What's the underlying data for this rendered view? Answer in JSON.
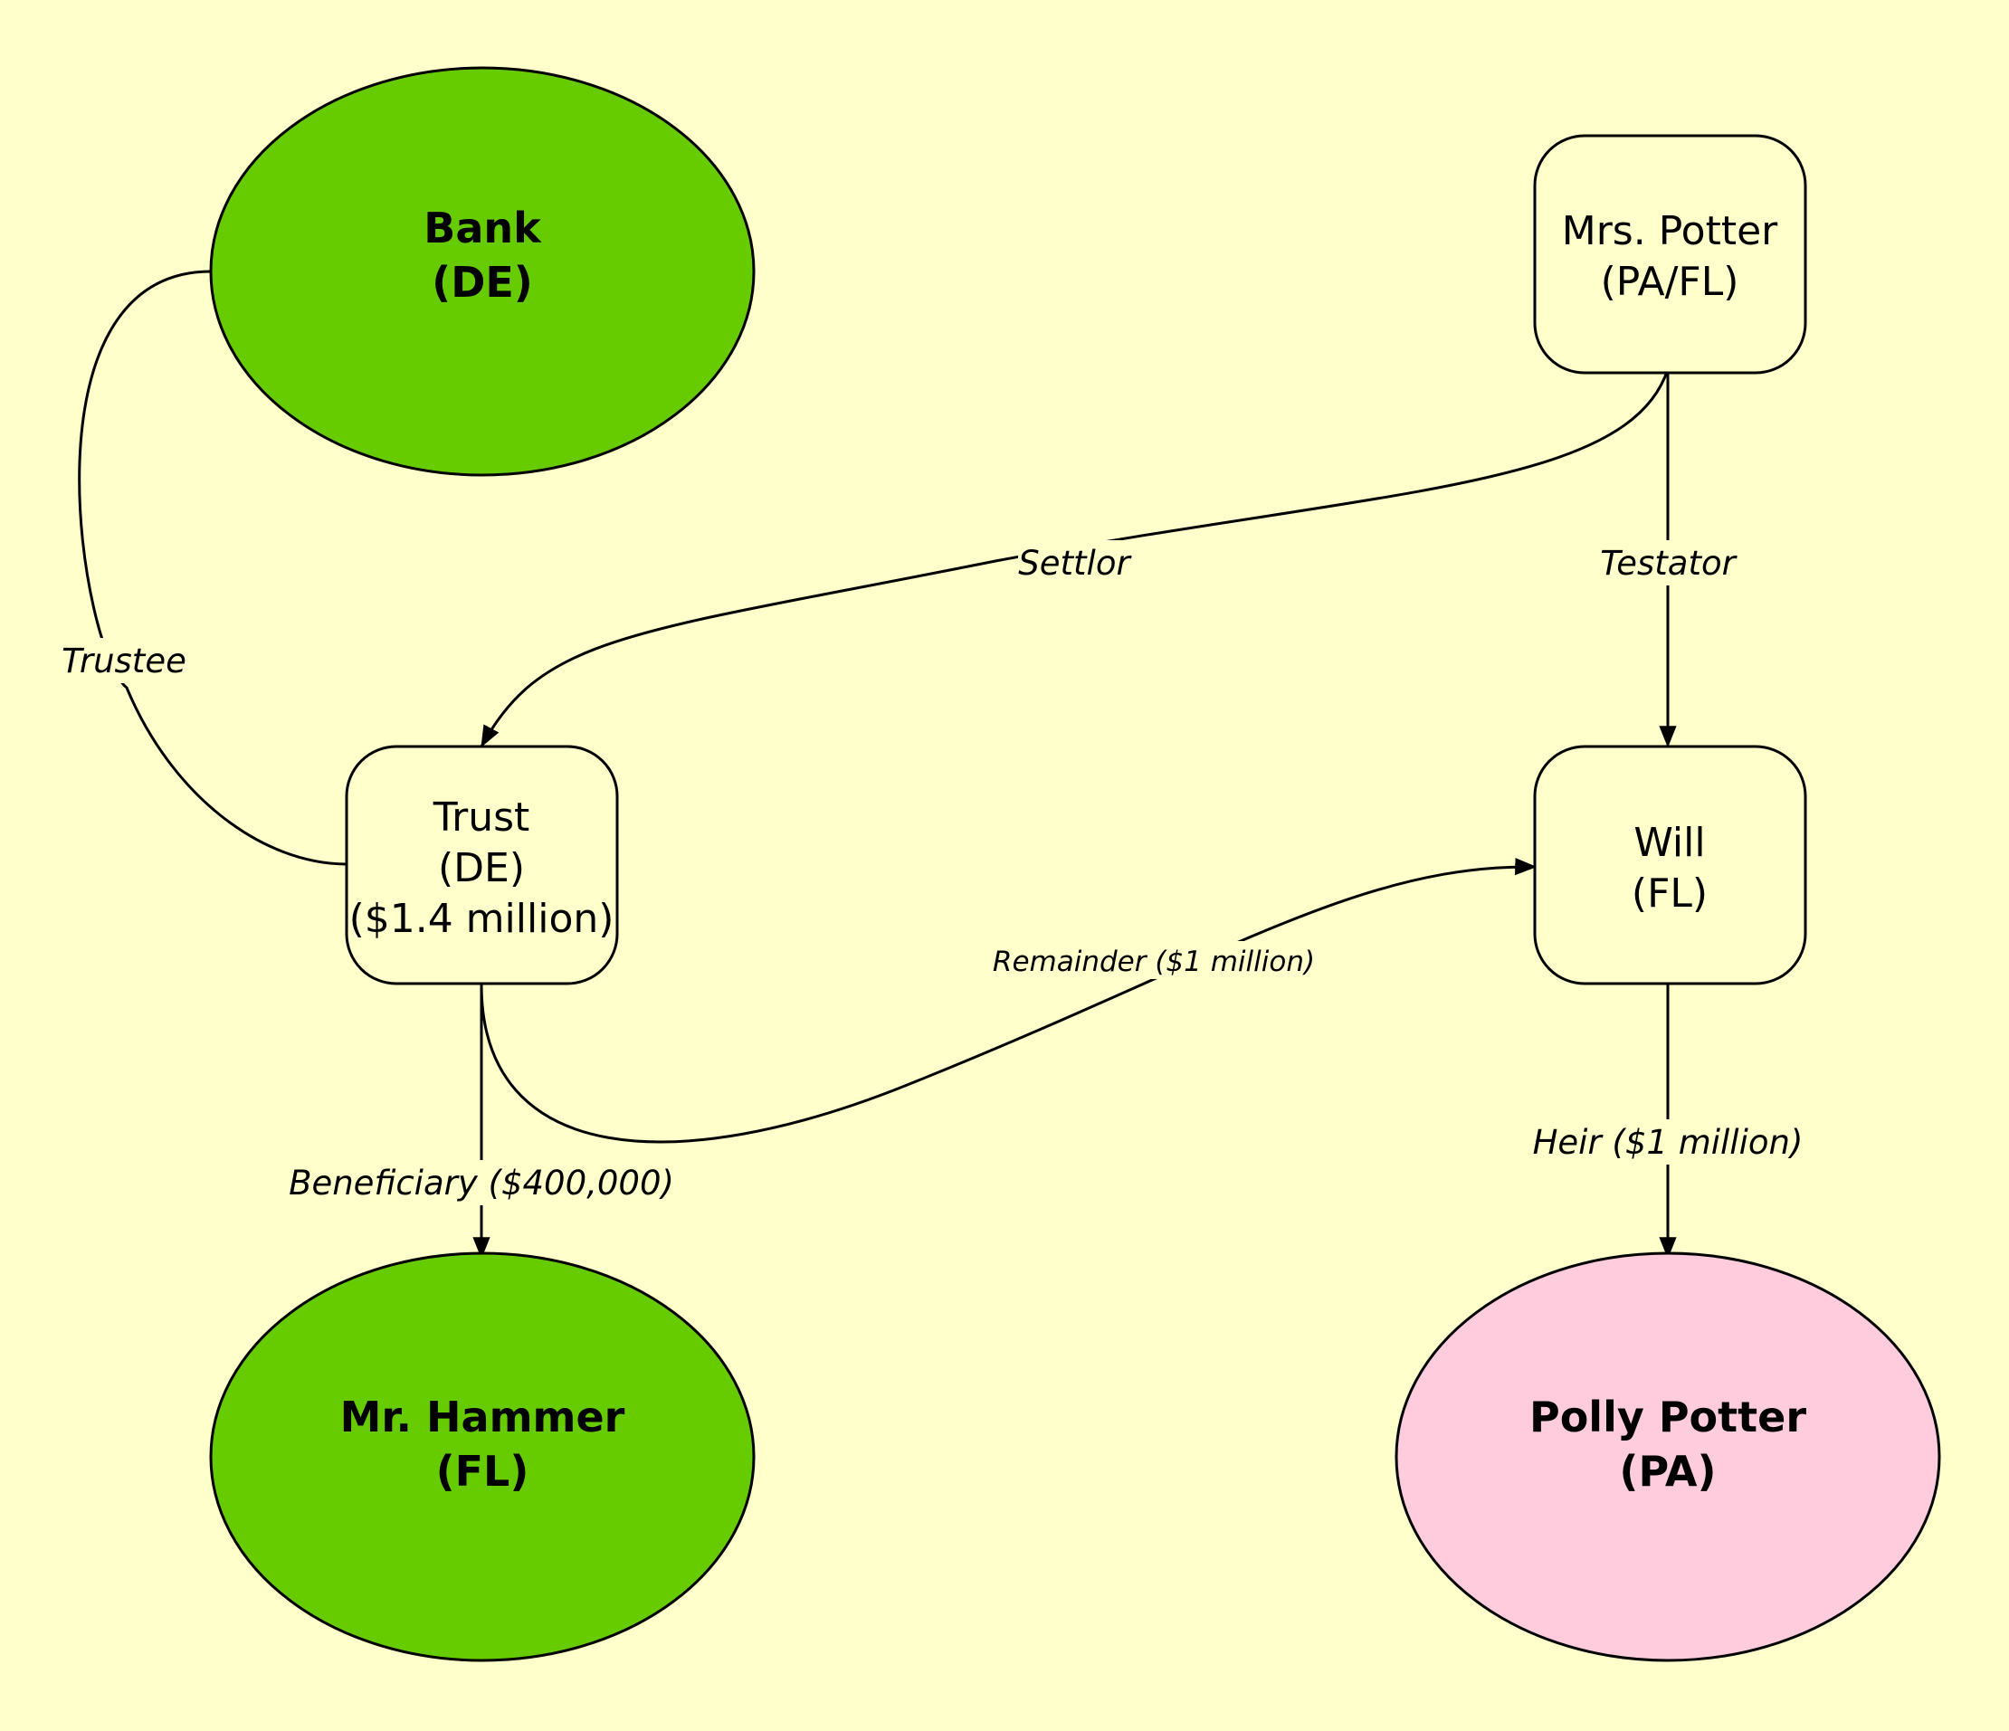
{
  "colors": {
    "background": "#ffffcc",
    "green_node": "#66cc00",
    "pink_node": "#ffccdd",
    "box_node": "#ffffcc"
  },
  "nodes": {
    "bank": {
      "line1": "Bank",
      "line2": "(DE)"
    },
    "mrs_potter": {
      "line1": "Mrs. Potter",
      "line2": "(PA/FL)"
    },
    "trust": {
      "line1": "Trust",
      "line2": "(DE)",
      "line3": "($1.4 million)"
    },
    "will": {
      "line1": "Will",
      "line2": "(FL)"
    },
    "mr_hammer": {
      "line1": "Mr. Hammer",
      "line2": "(FL)"
    },
    "polly_potter": {
      "line1": "Polly Potter",
      "line2": "(PA)"
    }
  },
  "edges": {
    "trustee": "Trustee",
    "settlor": "Settlor",
    "testator": "Testator",
    "remainder": "Remainder ($1 million)",
    "beneficiary": "Beneficiary ($400,000)",
    "heir": "Heir ($1 million)"
  }
}
